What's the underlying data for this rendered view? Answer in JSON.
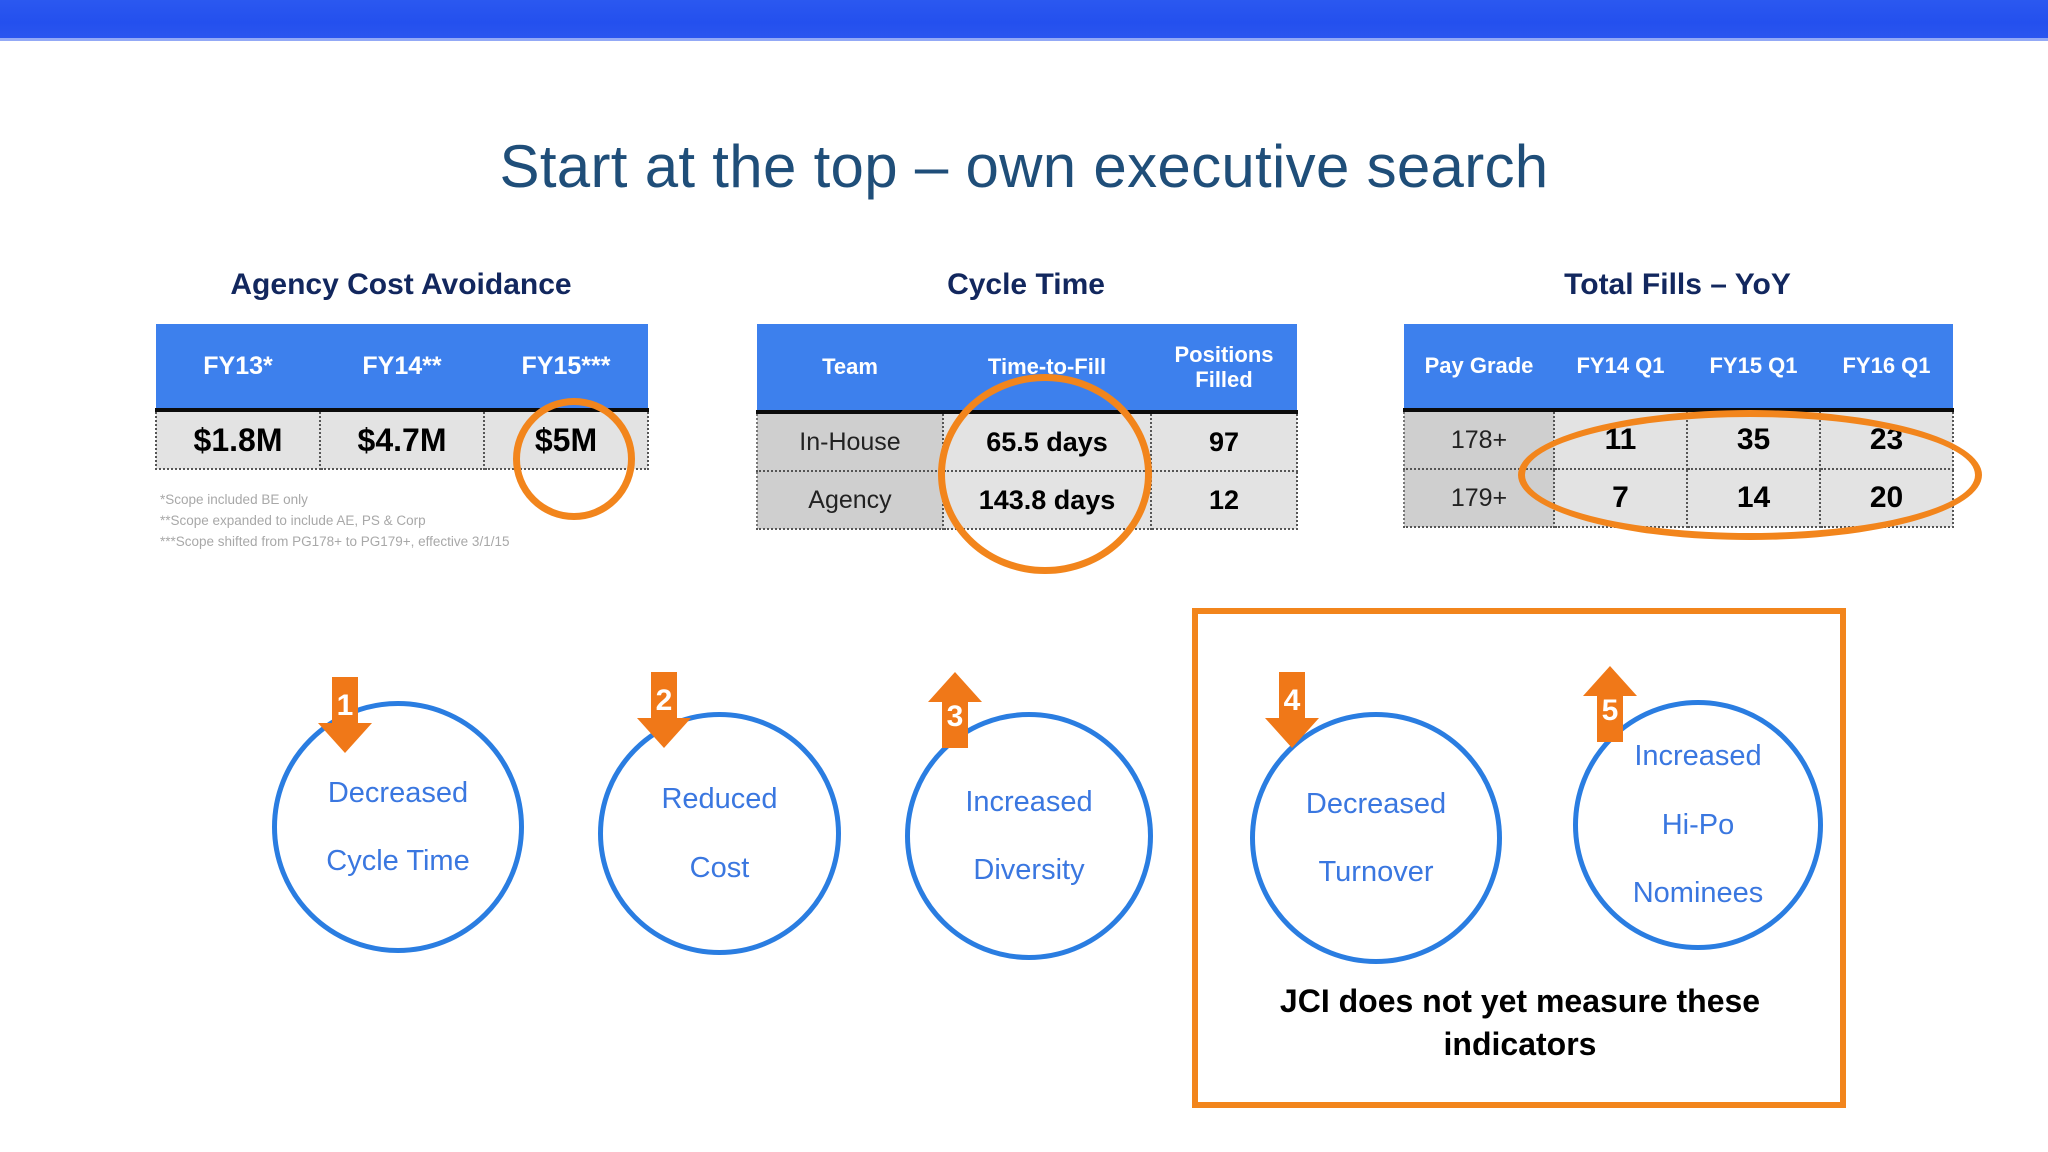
{
  "slide": {
    "title": "Start at the top – own executive search",
    "accent_blue": "#3d80ed",
    "accent_orange": "#f2851c",
    "title_navy": "#1f4e79",
    "topbar_blue": "#2654ef"
  },
  "panels": [
    {
      "title": "Agency Cost Avoidance",
      "headers": [
        "FY13*",
        "FY14**",
        "FY15***"
      ],
      "rows": [
        [
          "$1.8M",
          "$4.7M",
          "$5M"
        ]
      ],
      "footnotes": [
        "*Scope included BE only",
        "**Scope expanded to include AE, PS & Corp",
        "***Scope shifted from PG178+ to PG179+, effective 3/1/15"
      ]
    },
    {
      "title": "Cycle Time",
      "headers": [
        "Team",
        "Time-to-Fill",
        "Positions Filled"
      ],
      "rows": [
        [
          "In-House",
          "65.5 days",
          "97"
        ],
        [
          "Agency",
          "143.8 days",
          "12"
        ]
      ]
    },
    {
      "title": "Total Fills – YoY",
      "headers": [
        "Pay Grade",
        "FY14 Q1",
        "FY15 Q1",
        "FY16 Q1"
      ],
      "rows": [
        [
          "178+",
          "11",
          "35",
          "23"
        ],
        [
          "179+",
          "7",
          "14",
          "20"
        ]
      ]
    }
  ],
  "outcomes": [
    {
      "number": "1",
      "line1": "Decreased",
      "line2": "Cycle Time",
      "line3": "",
      "direction": "down"
    },
    {
      "number": "2",
      "line1": "Reduced",
      "line2": "Cost",
      "line3": "",
      "direction": "down"
    },
    {
      "number": "3",
      "line1": "Increased",
      "line2": "Diversity",
      "line3": "",
      "direction": "up"
    },
    {
      "number": "4",
      "line1": "Decreased",
      "line2": "Turnover",
      "line3": "",
      "direction": "down"
    },
    {
      "number": "5",
      "line1": "Increased",
      "line2": "Hi-Po",
      "line3": "Nominees",
      "direction": "up"
    }
  ],
  "callout": {
    "caption_line1": "JCI does not yet measure these",
    "caption_line2": "indicators"
  }
}
